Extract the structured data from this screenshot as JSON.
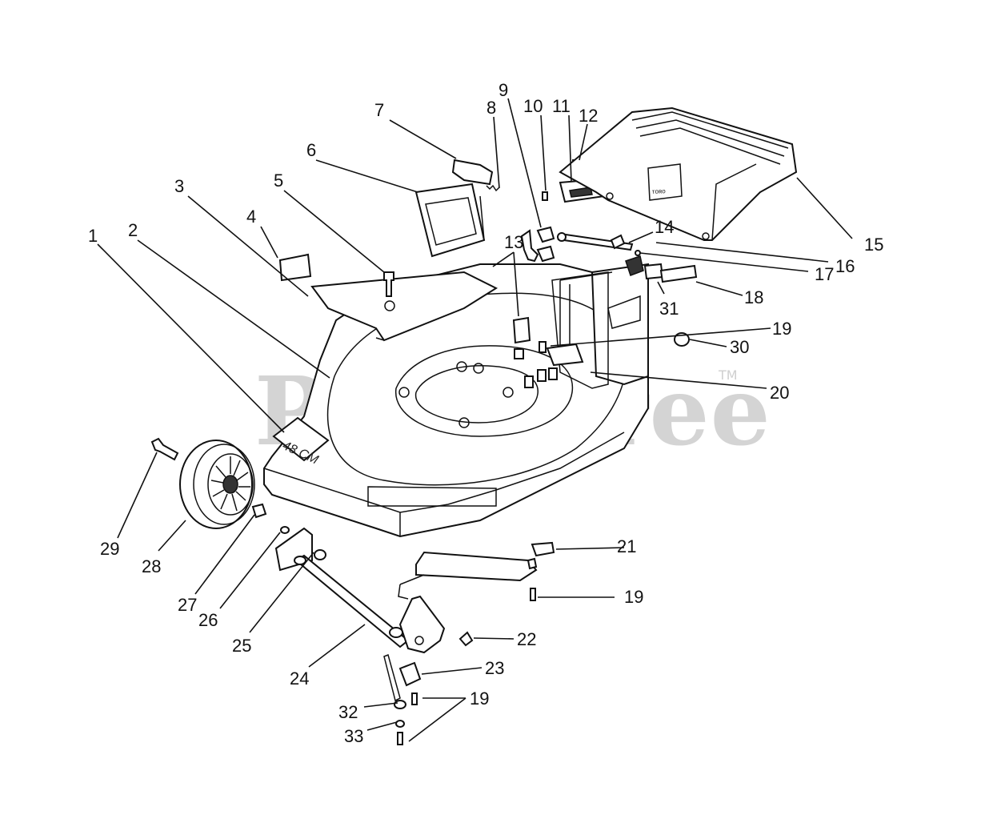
{
  "watermark": {
    "text": "PartsTree",
    "trademark": "TM"
  },
  "deck_label": "48 CM",
  "callouts": [
    {
      "id": "c1",
      "label": "1"
    },
    {
      "id": "c2",
      "label": "2"
    },
    {
      "id": "c3",
      "label": "3"
    },
    {
      "id": "c4",
      "label": "4"
    },
    {
      "id": "c5",
      "label": "5"
    },
    {
      "id": "c6",
      "label": "6"
    },
    {
      "id": "c7",
      "label": "7"
    },
    {
      "id": "c8",
      "label": "8"
    },
    {
      "id": "c9",
      "label": "9"
    },
    {
      "id": "c10",
      "label": "10"
    },
    {
      "id": "c11",
      "label": "11"
    },
    {
      "id": "c12",
      "label": "12"
    },
    {
      "id": "c13",
      "label": "13"
    },
    {
      "id": "c14",
      "label": "14"
    },
    {
      "id": "c15",
      "label": "15"
    },
    {
      "id": "c16",
      "label": "16"
    },
    {
      "id": "c17",
      "label": "17"
    },
    {
      "id": "c18",
      "label": "18"
    },
    {
      "id": "c19a",
      "label": "19"
    },
    {
      "id": "c19b",
      "label": "19"
    },
    {
      "id": "c19c",
      "label": "19"
    },
    {
      "id": "c20",
      "label": "20"
    },
    {
      "id": "c21",
      "label": "21"
    },
    {
      "id": "c22",
      "label": "22"
    },
    {
      "id": "c23",
      "label": "23"
    },
    {
      "id": "c24",
      "label": "24"
    },
    {
      "id": "c25",
      "label": "25"
    },
    {
      "id": "c26",
      "label": "26"
    },
    {
      "id": "c27",
      "label": "27"
    },
    {
      "id": "c28",
      "label": "28"
    },
    {
      "id": "c29",
      "label": "29"
    },
    {
      "id": "c30",
      "label": "30"
    },
    {
      "id": "c31",
      "label": "31"
    },
    {
      "id": "c32",
      "label": "32"
    },
    {
      "id": "c33",
      "label": "33"
    }
  ]
}
